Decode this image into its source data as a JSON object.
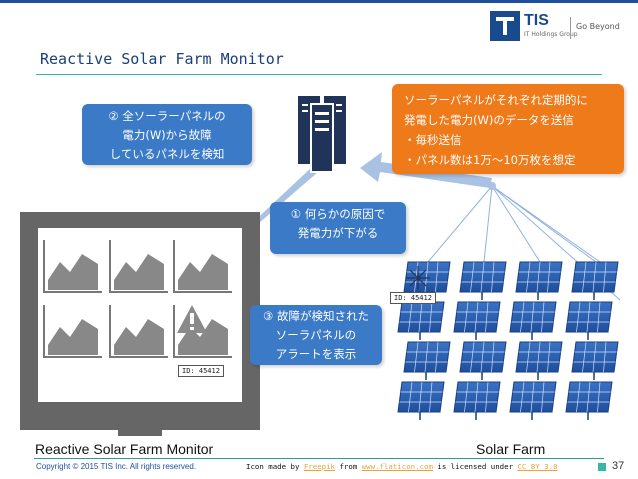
{
  "header": {
    "logo_name": "TIS",
    "logo_subtitle": "IT Holdings Group",
    "logo_tagline": "Go Beyond",
    "title": "Reactive Solar Farm Monitor"
  },
  "callouts": {
    "two": [
      "② 全ソーラーパネルの",
      "電力(W)から故障",
      "しているパネルを検知"
    ],
    "top": [
      "ソーラーパネルがそれぞれ定期的に",
      "発電した電力(W)のデータを送信",
      "・毎秒送信",
      "・パネル数は1万〜10万枚を想定"
    ],
    "one": [
      "① 何らかの原因で",
      "発電力が下がる"
    ],
    "three": [
      "③ 故障が検知された",
      "ソーラパネルの",
      "アラートを表示"
    ]
  },
  "id_tags": {
    "panel": "ID: 45412",
    "monitor": "ID: 45412"
  },
  "labels": {
    "monitor": "Reactive Solar Farm Monitor",
    "farm": "Solar Farm"
  },
  "footer": {
    "copyright": "Copyright © 2015 TIS Inc. All rights reserved.",
    "credit_pre": "Icon made by ",
    "credit_author": "Freepik",
    "credit_mid": " from ",
    "credit_site": "www.flaticon.com",
    "credit_mid2": " is licensed under ",
    "credit_license": "CC BY 3.0",
    "page_number": "37"
  },
  "colors": {
    "callout_blue": "#3b7ac7",
    "callout_orange": "#ef7a1a",
    "monitor_gray": "#666666",
    "panel_blue": "#2c5eb0",
    "server_navy": "#1f3458",
    "arrow_blue": "#a9c1e2",
    "accent_teal": "#39b5a8"
  },
  "icons": [
    "server-icon",
    "monitor-icon",
    "line-chart-icon",
    "warning-icon",
    "solar-panel-icon",
    "spark-icon"
  ]
}
